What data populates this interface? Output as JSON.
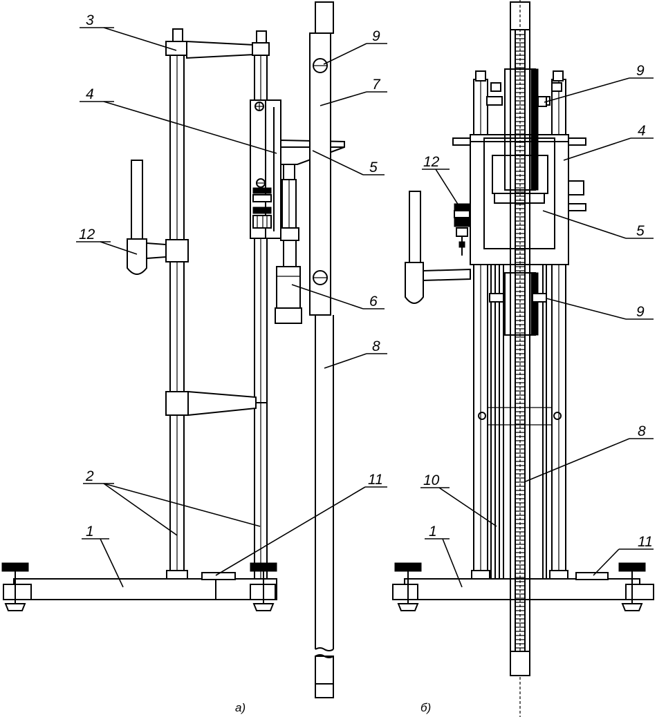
{
  "figure": {
    "captions": {
      "left": "а)",
      "right": "б)"
    },
    "left_view": {
      "labels": {
        "n1": "1",
        "n2": "2",
        "n3": "3",
        "n4": "4",
        "n5": "5",
        "n6": "6",
        "n7": "7",
        "n8": "8",
        "n9": "9",
        "n11": "11",
        "n12": "12"
      }
    },
    "right_view": {
      "labels": {
        "n1": "1",
        "n4": "4",
        "n5": "5",
        "n8": "8",
        "n9a": "9",
        "n9b": "9",
        "n10": "10",
        "n11": "11",
        "n12": "12"
      }
    }
  }
}
